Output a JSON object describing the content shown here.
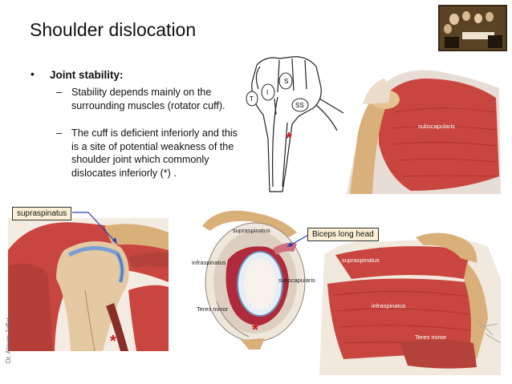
{
  "slide": {
    "title": "Shoulder dislocation",
    "bullet_symbol": "•",
    "bullet_heading": "Joint stability:",
    "dash_symbol": "–",
    "sub_points": [
      "Stability depends mainly on the surrounding muscles (rotator cuff).",
      "The cuff is deficient inferiorly and this is a site of potential weakness of the shoulder joint which commonly dislocates inferiorly (*) ."
    ],
    "credit": "Dr. Akram Jaffar"
  },
  "figures": {
    "hand_diagram": {
      "letters": [
        "T",
        "I",
        "S",
        "SS"
      ],
      "star": "*"
    },
    "muscle_top_right": {
      "label": "subscapularis"
    },
    "coronal_section": {
      "callout": "supraspinatus",
      "star": "*"
    },
    "glenoid_view": {
      "labels": {
        "supraspinatus": "supraspinatus",
        "infraspinatus": "infraspinatus",
        "subscapularis": "subscapularis",
        "teres_minor": "Teres minor"
      },
      "callout": "Biceps long head",
      "star": "*"
    },
    "posterior_view": {
      "labels": {
        "supraspinatus": "supraspinatus",
        "infraspinatus": "infraspinatus",
        "teres_minor": "Teres minor"
      }
    }
  },
  "colors": {
    "muscle": "#c8463f",
    "bone": "#d9b07a",
    "star": "#d2161d",
    "callout_bg": "#fbefd6"
  }
}
